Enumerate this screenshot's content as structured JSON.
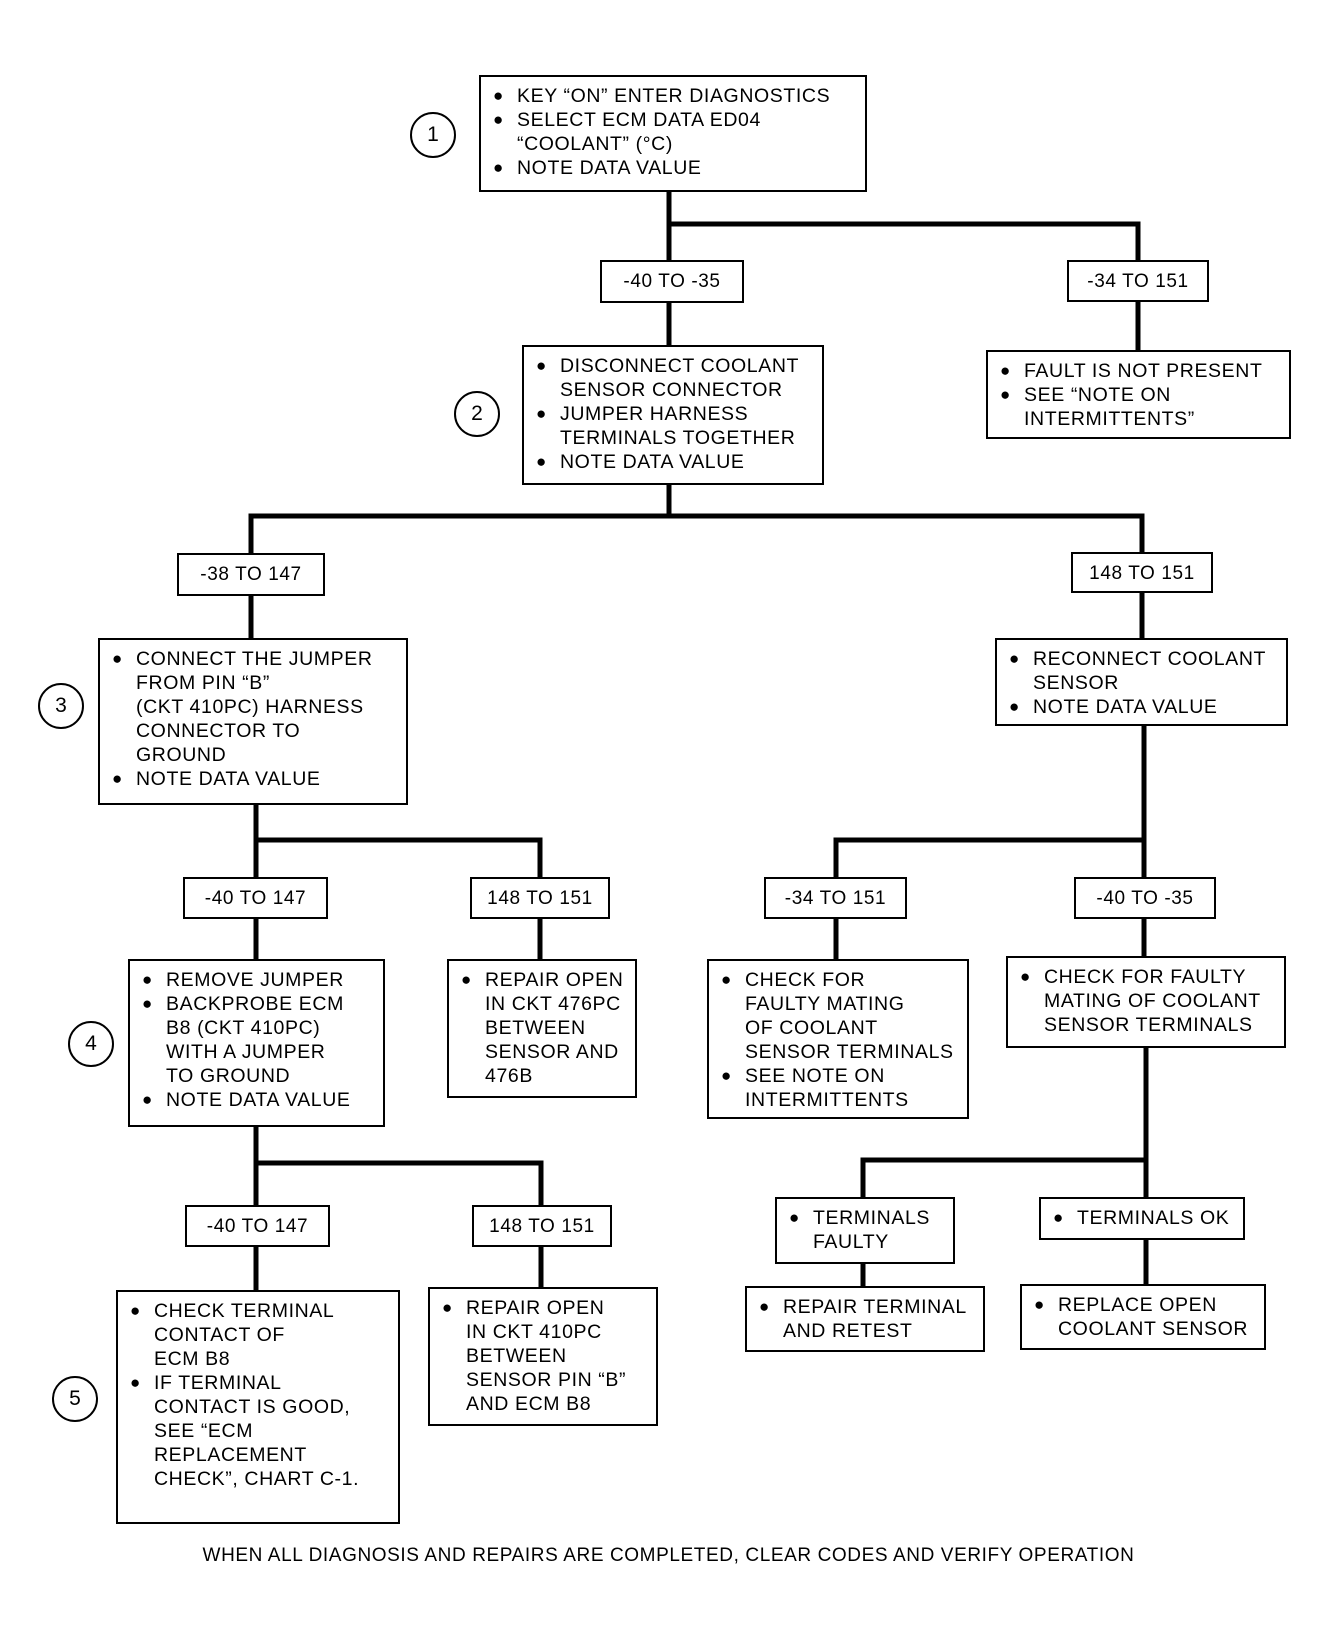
{
  "step_numbers": [
    "1",
    "2",
    "3",
    "4",
    "5"
  ],
  "step1": {
    "lines": [
      [
        "KEY “ON” ENTER DIAGNOSTICS"
      ],
      [
        "SELECT ECM DATA ED04",
        "“COOLANT” (°C)"
      ],
      [
        "NOTE DATA VALUE"
      ]
    ]
  },
  "r1_left": "-40 TO -35",
  "r1_right": "-34 TO 151",
  "fault_not_present": {
    "lines": [
      [
        "FAULT IS NOT PRESENT"
      ],
      [
        "SEE “NOTE ON",
        "INTERMITTENTS”"
      ]
    ]
  },
  "step2": {
    "lines": [
      [
        "DISCONNECT COOLANT",
        "SENSOR CONNECTOR"
      ],
      [
        "JUMPER HARNESS",
        "TERMINALS TOGETHER"
      ],
      [
        "NOTE DATA VALUE"
      ]
    ]
  },
  "r2_left": "-38 TO 147",
  "r2_right": "148 TO 151",
  "step3": {
    "lines": [
      [
        "CONNECT THE JUMPER",
        "FROM PIN “B”",
        "(CKT 410PC) HARNESS",
        "CONNECTOR TO",
        "GROUND"
      ],
      [
        "NOTE DATA VALUE"
      ]
    ]
  },
  "reconnect": {
    "lines": [
      [
        "RECONNECT COOLANT",
        "SENSOR"
      ],
      [
        "NOTE DATA VALUE"
      ]
    ]
  },
  "r3_left": "-40 TO 147",
  "r3_right": "148 TO 151",
  "r_rc_left": "-34 TO 151",
  "r_rc_right": "-40 TO -35",
  "step4": {
    "lines": [
      [
        "REMOVE JUMPER"
      ],
      [
        "BACKPROBE ECM",
        "B8 (CKT 410PC)",
        "WITH A JUMPER",
        "TO GROUND"
      ],
      [
        "NOTE DATA VALUE"
      ]
    ]
  },
  "repair_476": {
    "lines": [
      [
        "REPAIR OPEN",
        "IN CKT 476PC",
        "BETWEEN",
        "SENSOR AND",
        "476B"
      ]
    ]
  },
  "check_mating": {
    "lines": [
      [
        "CHECK FOR",
        "FAULTY MATING",
        "OF COOLANT",
        "SENSOR TERMINALS"
      ],
      [
        "SEE NOTE ON",
        "INTERMITTENTS"
      ]
    ]
  },
  "check_faulty": {
    "lines": [
      [
        "CHECK FOR FAULTY",
        "MATING OF COOLANT",
        "SENSOR TERMINALS"
      ]
    ]
  },
  "r4_left": "-40 TO 147",
  "r4_right": "148 TO 151",
  "terminals_faulty": {
    "lines": [
      [
        "TERMINALS",
        "FAULTY"
      ]
    ]
  },
  "terminals_ok": {
    "lines": [
      [
        "TERMINALS OK"
      ]
    ]
  },
  "repair_terminal": {
    "lines": [
      [
        "REPAIR TERMINAL",
        "AND RETEST"
      ]
    ]
  },
  "replace_sensor": {
    "lines": [
      [
        "REPLACE OPEN",
        "COOLANT SENSOR"
      ]
    ]
  },
  "step5": {
    "lines": [
      [
        "CHECK TERMINAL",
        "CONTACT OF",
        "ECM B8"
      ],
      [
        "IF TERMINAL",
        "CONTACT IS GOOD,",
        "SEE “ECM",
        "REPLACEMENT",
        "CHECK”, CHART C-1."
      ]
    ]
  },
  "repair_410": {
    "lines": [
      [
        "REPAIR OPEN",
        "IN CKT 410PC",
        "BETWEEN",
        "SENSOR PIN “B”",
        "AND ECM B8"
      ]
    ]
  },
  "footer": "WHEN ALL DIAGNOSIS AND REPAIRS ARE COMPLETED, CLEAR CODES AND VERIFY OPERATION"
}
